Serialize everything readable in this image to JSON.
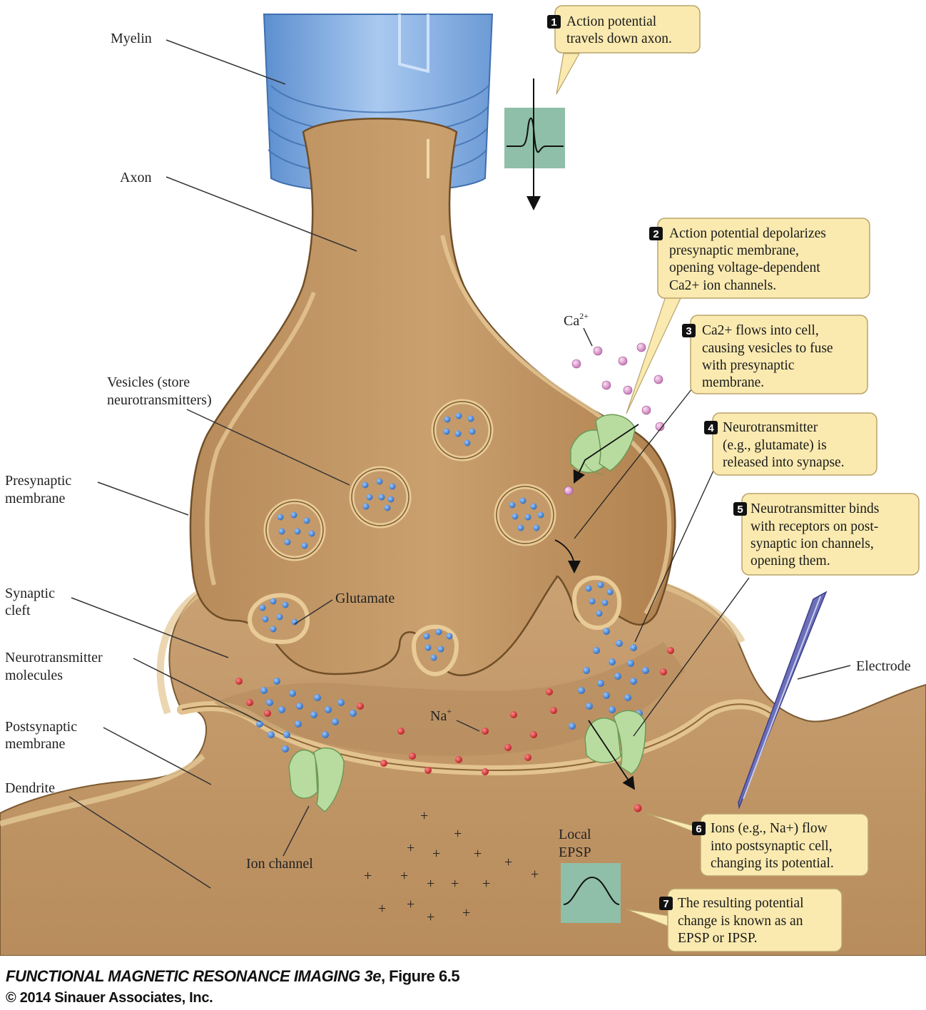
{
  "labels": {
    "myelin": "Myelin",
    "axon": "Axon",
    "vesicles": [
      "Vesicles (store",
      "neurotransmitters)"
    ],
    "presynaptic": [
      "Presynaptic",
      "membrane"
    ],
    "synaptic_cleft": [
      "Synaptic",
      "cleft"
    ],
    "nt_molecules": [
      "Neurotransmitter",
      "molecules"
    ],
    "postsynaptic": [
      "Postsynaptic",
      "membrane"
    ],
    "dendrite": "Dendrite",
    "glutamate": "Glutamate",
    "ion_channel": "Ion channel",
    "electrode": "Electrode",
    "local_epsp": [
      "Local",
      "EPSP"
    ]
  },
  "ion_labels": {
    "ca_base": "Ca",
    "ca_sup": "2+",
    "na_base": "Na",
    "na_sup": "+"
  },
  "callouts": [
    {
      "num": "1",
      "lines": [
        "Action potential",
        "travels down axon."
      ]
    },
    {
      "num": "2",
      "lines": [
        "Action potential depolarizes",
        "presynaptic membrane,",
        "opening voltage-dependent",
        "Ca2+ ion channels."
      ]
    },
    {
      "num": "3",
      "lines": [
        "Ca2+ flows into cell,",
        "causing vesicles to fuse",
        "with presynaptic",
        "membrane."
      ]
    },
    {
      "num": "4",
      "lines": [
        "Neurotransmitter",
        "(e.g., glutamate) is",
        "released into synapse."
      ]
    },
    {
      "num": "5",
      "lines": [
        "Neurotransmitter binds",
        "with receptors on post-",
        "synaptic ion channels,",
        "opening them."
      ]
    },
    {
      "num": "6",
      "lines": [
        "Ions (e.g., Na+) flow",
        "into postsynaptic cell,",
        "changing its potential."
      ]
    },
    {
      "num": "7",
      "lines": [
        "The resulting potential",
        "change is known as an",
        "EPSP or IPSP."
      ]
    }
  ],
  "plus_sign": "+",
  "caption": {
    "book": "FUNCTIONAL MAGNETIC RESONANCE IMAGING 3e",
    "figure": ", Figure 6.5",
    "copyright": "© 2014 Sinauer Associates, Inc."
  },
  "colors": {
    "tissue": "#c49a6a",
    "tissue_dark": "#8c6538",
    "membrane_light": "#e6c896",
    "myelin": "#8fb6e6",
    "channel": "#b8dca0",
    "callout_fill": "#faeab0",
    "graph_box": "#8fbfa8",
    "neurotransmitter": "#3a7fd0",
    "sodium": "#d0242a",
    "calcium": "#d98fc9"
  }
}
